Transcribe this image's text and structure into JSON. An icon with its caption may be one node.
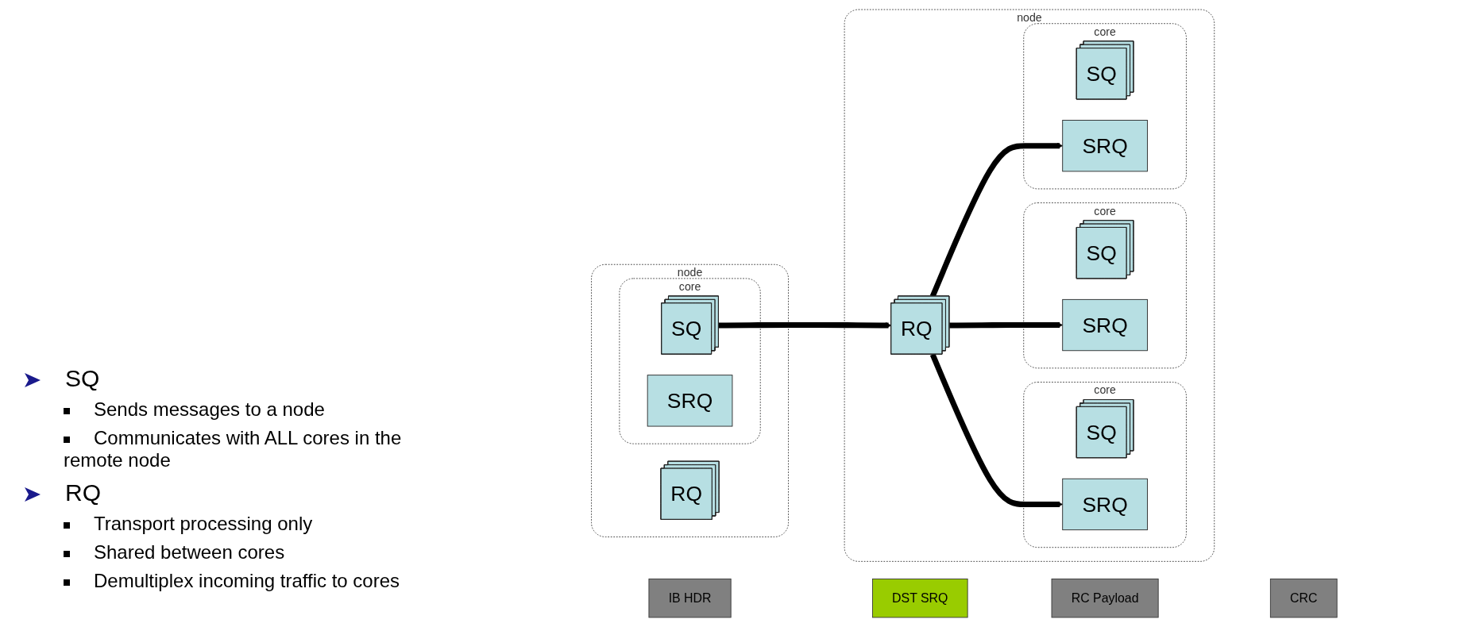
{
  "diagram": {
    "nodes": [
      {
        "text": [
          "node"
        ]
      },
      {
        "text": [
          "core"
        ],
        "in": 0
      },
      {
        "text": [
          "SQ"
        ],
        "in": 1
      },
      {
        "text": [
          "SRQ"
        ],
        "in": 1
      },
      {
        "text": [
          "RQ"
        ],
        "in": 0
      },
      {
        "text": [
          "IB HDR"
        ]
      },
      {
        "text": [
          "DST SRQ"
        ]
      },
      {
        "text": [
          "RC Payload"
        ]
      },
      {
        "text": [
          "CRC"
        ]
      },
      {
        "text": [
          "node"
        ]
      },
      {
        "text": [
          "RQ"
        ],
        "in": 9
      },
      {
        "text": [
          "core"
        ],
        "in": 9
      },
      {
        "text": [
          "SQ"
        ],
        "in": 11
      },
      {
        "text": [
          "SRQ"
        ],
        "in": 11
      },
      {
        "text": [
          "core"
        ],
        "in": 9
      },
      {
        "text": [
          "SQ"
        ],
        "in": 14
      },
      {
        "text": [
          "SRQ"
        ],
        "in": 14
      },
      {
        "text": [
          "core"
        ],
        "in": 9
      },
      {
        "text": [
          "SQ"
        ],
        "in": 17
      },
      {
        "text": [
          "SRQ"
        ],
        "in": 17
      }
    ],
    "edges": [
      {
        "from": 2,
        "to": 10,
        "arrow": "to"
      },
      {
        "from": 10,
        "to": 13,
        "arrow": "to"
      },
      {
        "from": 10,
        "to": 16,
        "arrow": "to"
      },
      {
        "from": 10,
        "to": 19,
        "arrow": "to"
      }
    ],
    "labels": [
      "SQ",
      "Sends messages to a node",
      "Communicates with ALL cores in the remote node",
      "RQ",
      "Transport processing only",
      "Shared between cores",
      "Demultiplex incoming traffic to cores"
    ]
  }
}
